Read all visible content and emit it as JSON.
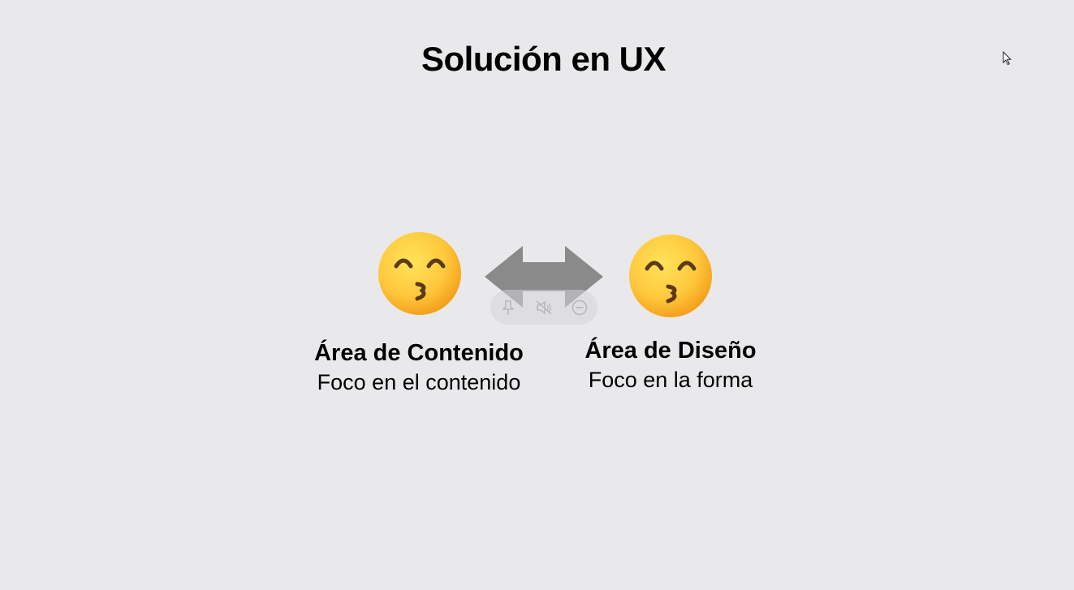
{
  "slide": {
    "title": "Solución en UX"
  },
  "left_area": {
    "emoji": "kissing-face-with-smiling-eyes",
    "heading": "Área de Contenido",
    "subtitle": "Foco en el contenido"
  },
  "right_area": {
    "emoji": "kissing-face-with-smiling-eyes",
    "heading": "Área de Diseño",
    "subtitle": "Foco en la forma"
  },
  "connector": {
    "icon": "double-headed-arrow",
    "color": "#8a8a8a"
  },
  "media_toolbar": {
    "buttons": [
      "pin-icon",
      "mute-icon",
      "minimize-icon"
    ]
  },
  "colors": {
    "background": "#e9e9eb",
    "emoji_face": "#ffc83d",
    "text": "#000000"
  }
}
